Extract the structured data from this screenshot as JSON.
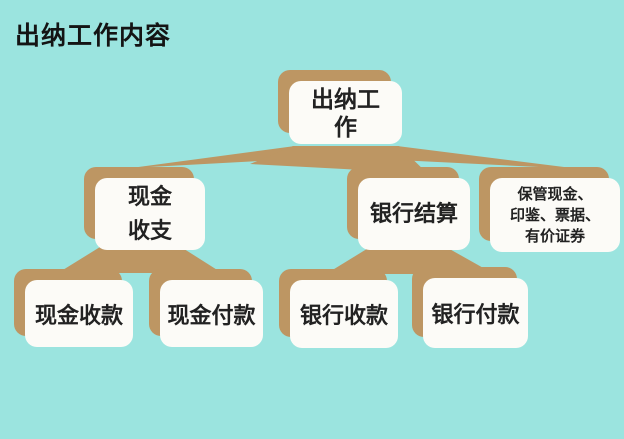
{
  "page": {
    "title": "出纳工作内容"
  },
  "palette": {
    "background": "#9BE4DF",
    "connector_tan": "#BD9663",
    "card_fill": "#FCFBF7",
    "text_color": "#222222"
  },
  "tree": {
    "root": {
      "label": "出纳工作",
      "lines": [
        "出纳工",
        "作"
      ]
    },
    "level2": [
      {
        "label": "现金收支",
        "lines": [
          "现金",
          "收支"
        ]
      },
      {
        "label": "银行结算",
        "lines": [
          "银行结算"
        ]
      },
      {
        "label": "保管现金、印鉴、票据、有价证券",
        "lines": [
          "保管现金、",
          "印鉴、票据、",
          "有价证券"
        ]
      }
    ],
    "level3": [
      {
        "label": "现金收款"
      },
      {
        "label": "现金付款"
      },
      {
        "label": "银行收款"
      },
      {
        "label": "银行付款"
      }
    ]
  }
}
